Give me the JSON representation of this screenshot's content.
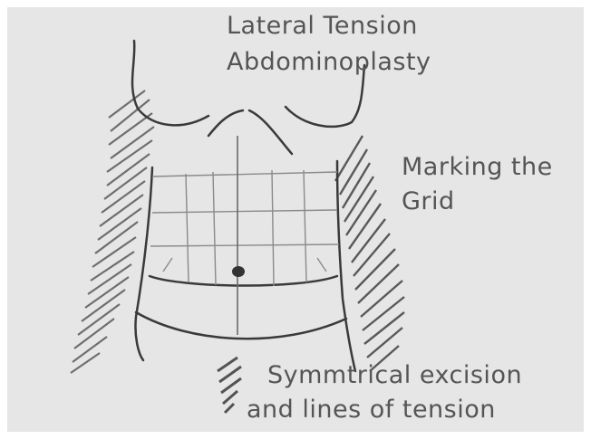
{
  "title": {
    "line1": "Lateral Tension",
    "line2": "Abdominoplasty"
  },
  "marking": {
    "line1": "Marking the",
    "line2": "Grid"
  },
  "caption": {
    "line1": "Symmtrical excision",
    "line2": "and lines  of tension"
  },
  "colors": {
    "paper": "#e6e6e6",
    "text": "#555555",
    "pencil": "#3a3a3a",
    "hatch": "#5a5a5a",
    "grid": "#8a8a8a"
  }
}
